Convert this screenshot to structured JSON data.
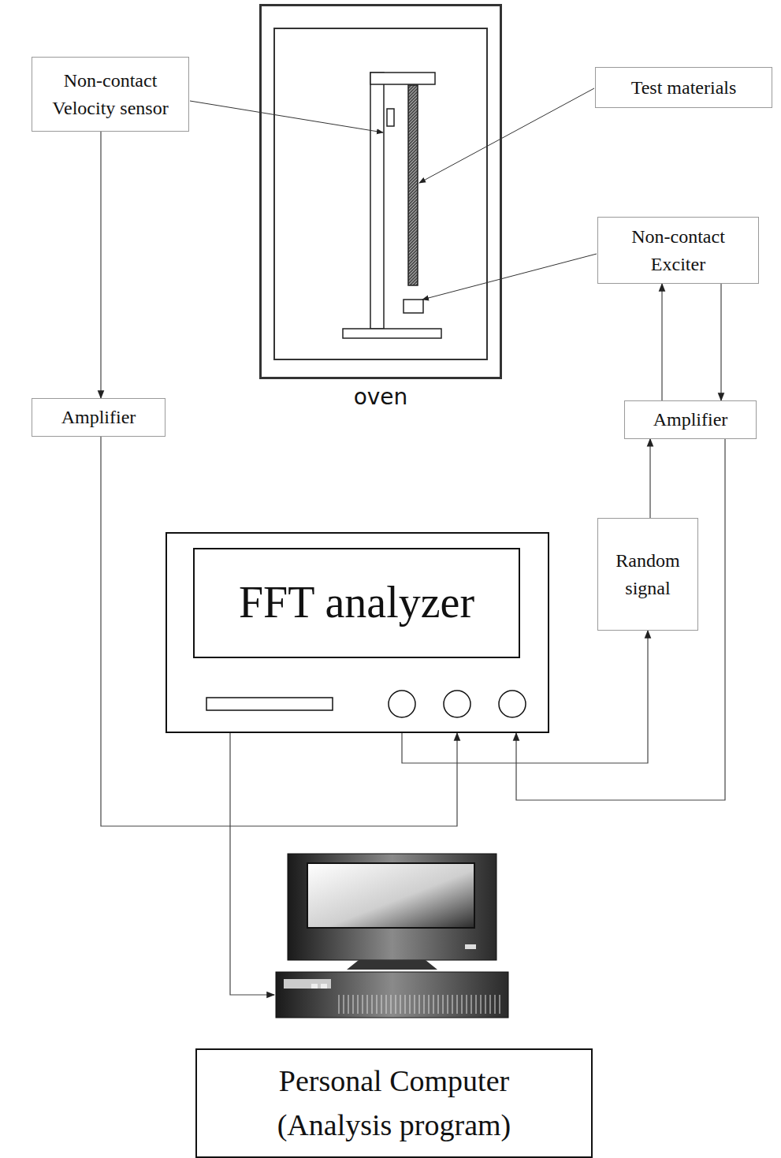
{
  "diagram": {
    "nodes": [
      {
        "text": [
          "Non-contact Velocity sensor"
        ]
      },
      {
        "text": [
          "Test materials"
        ]
      },
      {
        "text": [
          "oven"
        ]
      },
      {
        "text": [
          "Non-contact Exciter"
        ]
      },
      {
        "text": [
          "Amplifier"
        ]
      },
      {
        "text": [
          "Amplifier"
        ]
      },
      {
        "text": [
          "Random signal"
        ]
      },
      {
        "text": [
          "FFT analyzer"
        ]
      },
      {
        "text": [
          "Personal Computer (Analysis program)"
        ]
      }
    ],
    "edges": [
      {
        "from": 0,
        "to": 4,
        "arrow": "to"
      },
      {
        "from": 4,
        "to": 7,
        "arrow": "to"
      },
      {
        "from": 3,
        "to": 5,
        "arrow": "to"
      },
      {
        "from": 5,
        "to": 3,
        "arrow": "to"
      },
      {
        "from": 6,
        "to": 5,
        "arrow": "to"
      },
      {
        "from": 7,
        "to": 6,
        "arrow": "to"
      },
      {
        "from": 5,
        "to": 7,
        "arrow": "to"
      },
      {
        "from": 7,
        "to": 8,
        "arrow": "to"
      }
    ]
  }
}
